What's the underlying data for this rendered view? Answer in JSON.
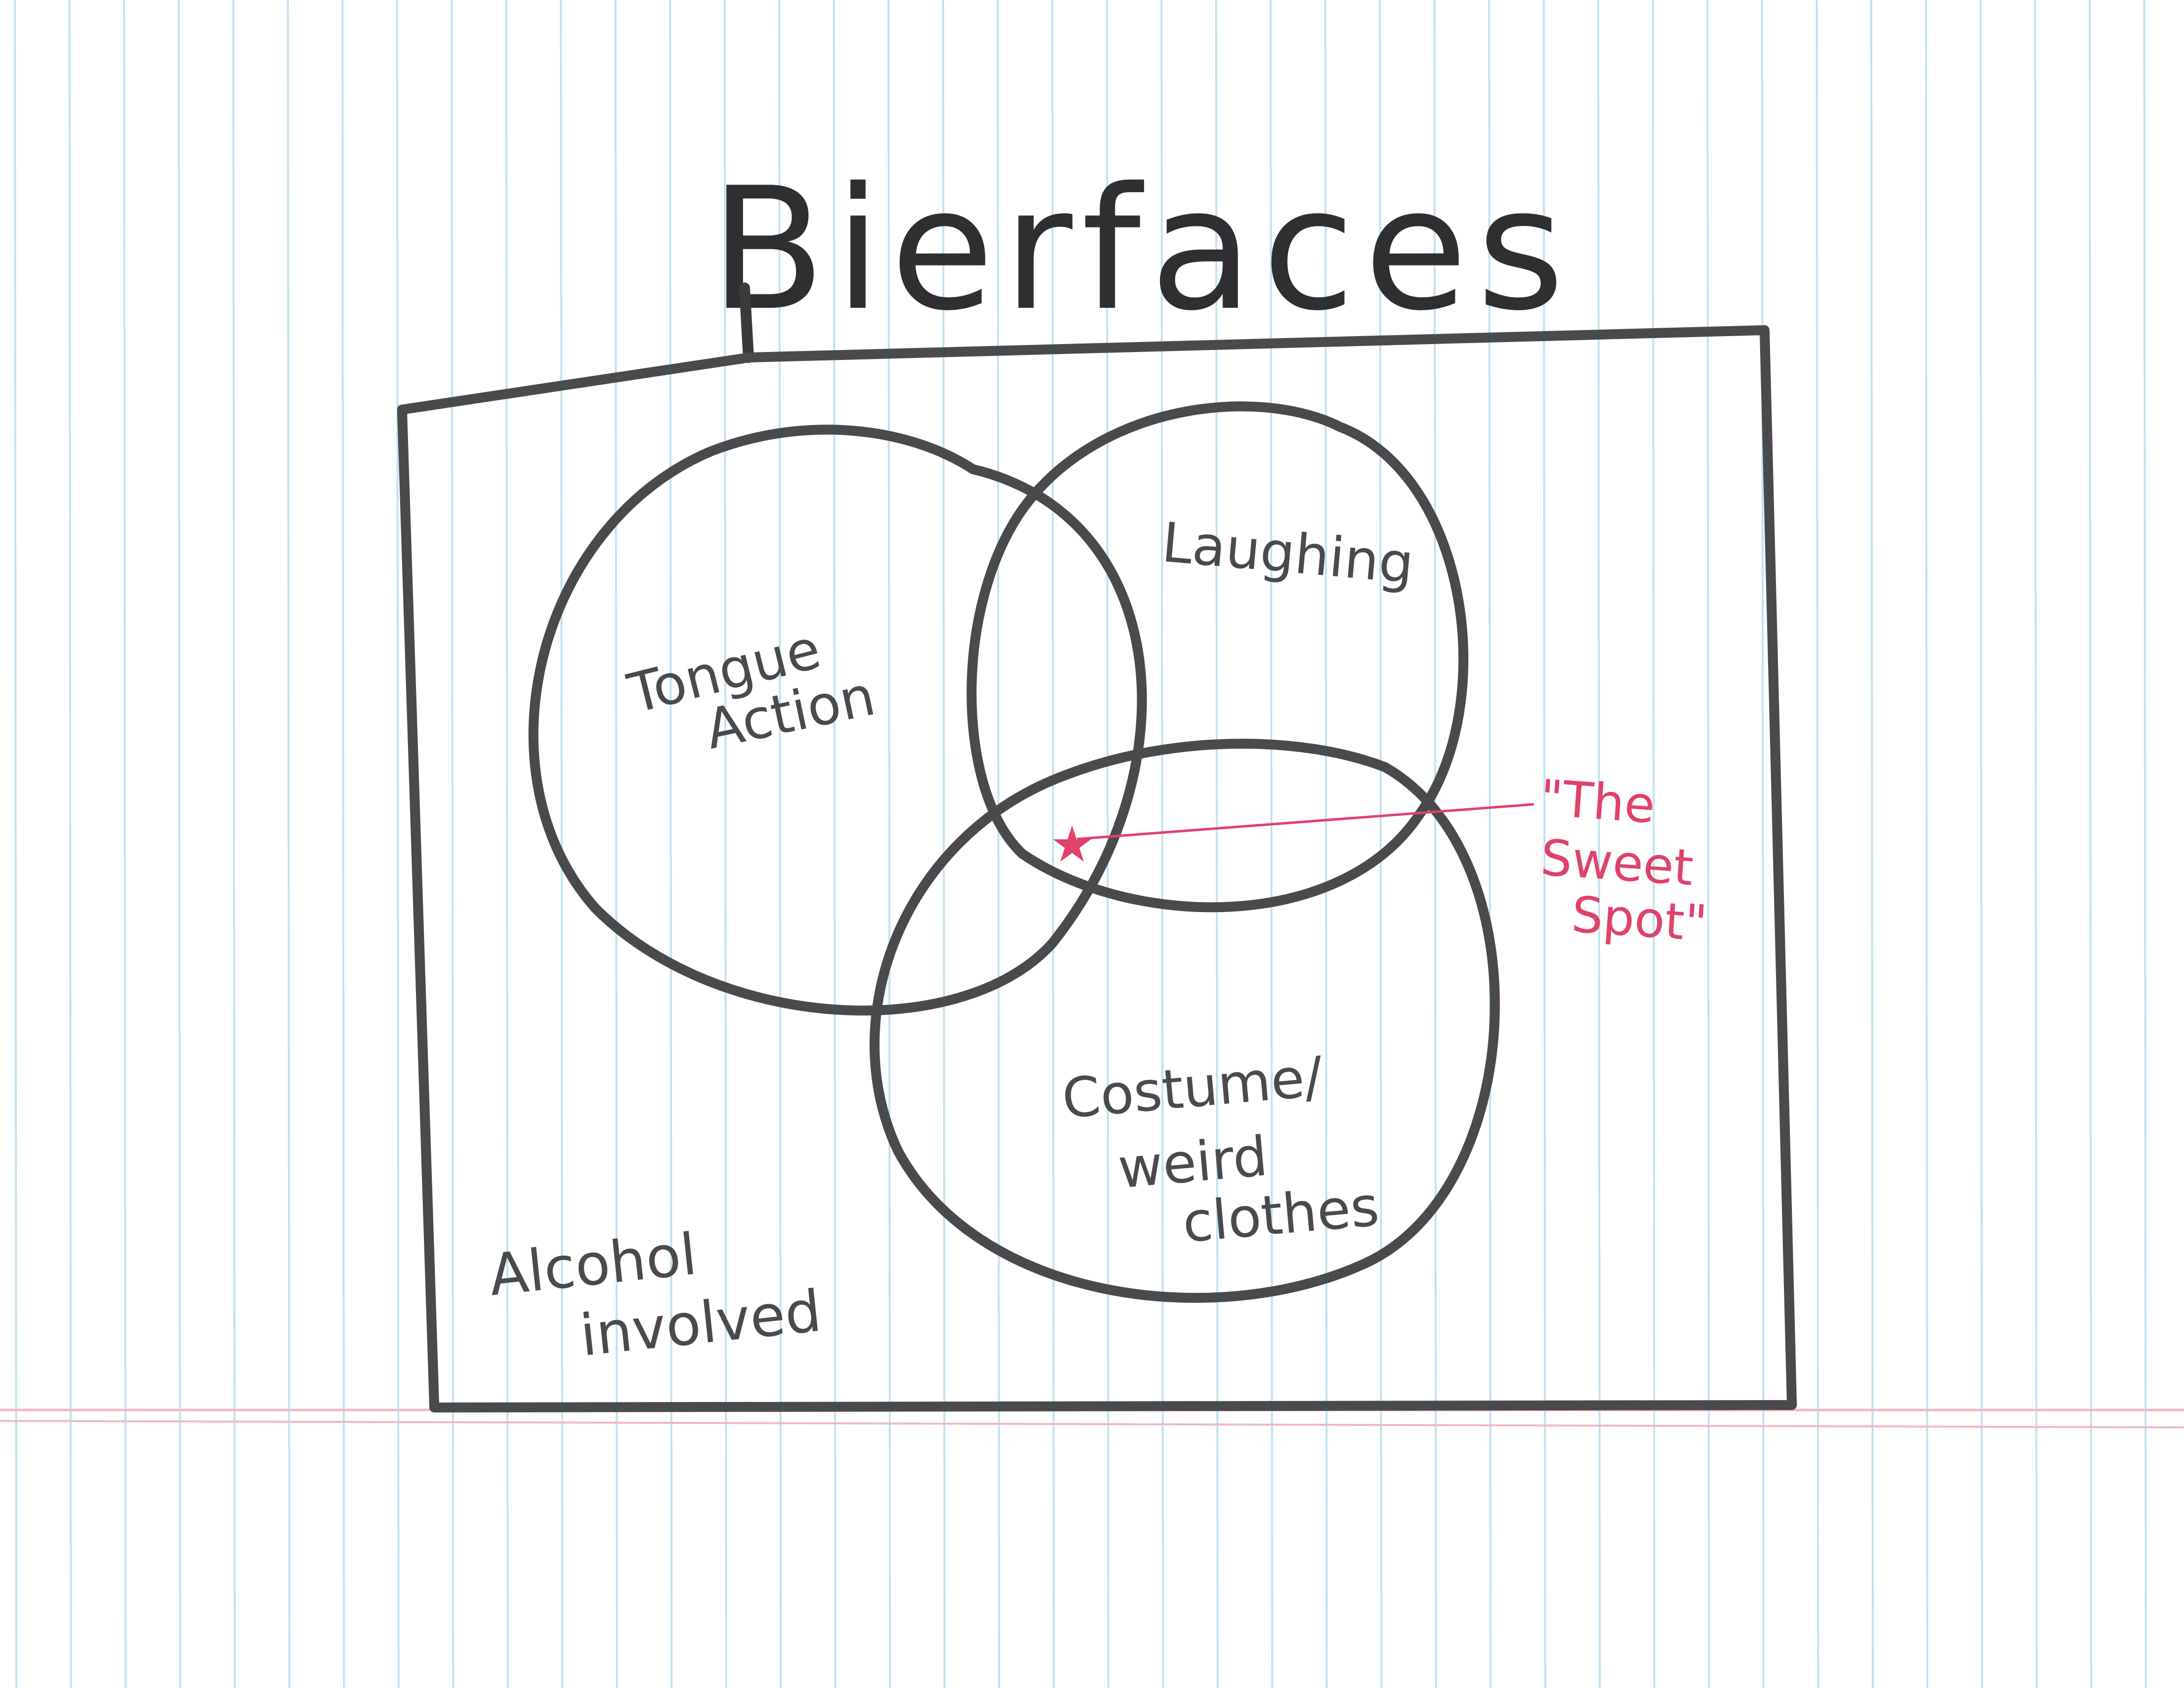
{
  "diagram": {
    "title": "Bierfaces",
    "frame_label": "Alcohol involved",
    "frame_label_line1": "Alcohol",
    "frame_label_line2": "involved",
    "sets": [
      {
        "id": "tongue",
        "line1": "Tongue",
        "line2": "Action"
      },
      {
        "id": "laughing",
        "line1": "Laughing",
        "line2": ""
      },
      {
        "id": "costume",
        "line1": "Costume/",
        "line2": "weird",
        "line3": "clothes"
      }
    ],
    "callout": {
      "line1": "\"The",
      "line2": "Sweet",
      "line3": "Spot\"",
      "marker": "★"
    }
  },
  "colors": {
    "ink": "#4a4a4c",
    "title_ink": "#2f2f32",
    "accent_pink": "#e0426a",
    "ruling_blue": "#bfe3f0",
    "margin_red": "#f2b6c6",
    "paper": "#ffffff"
  }
}
